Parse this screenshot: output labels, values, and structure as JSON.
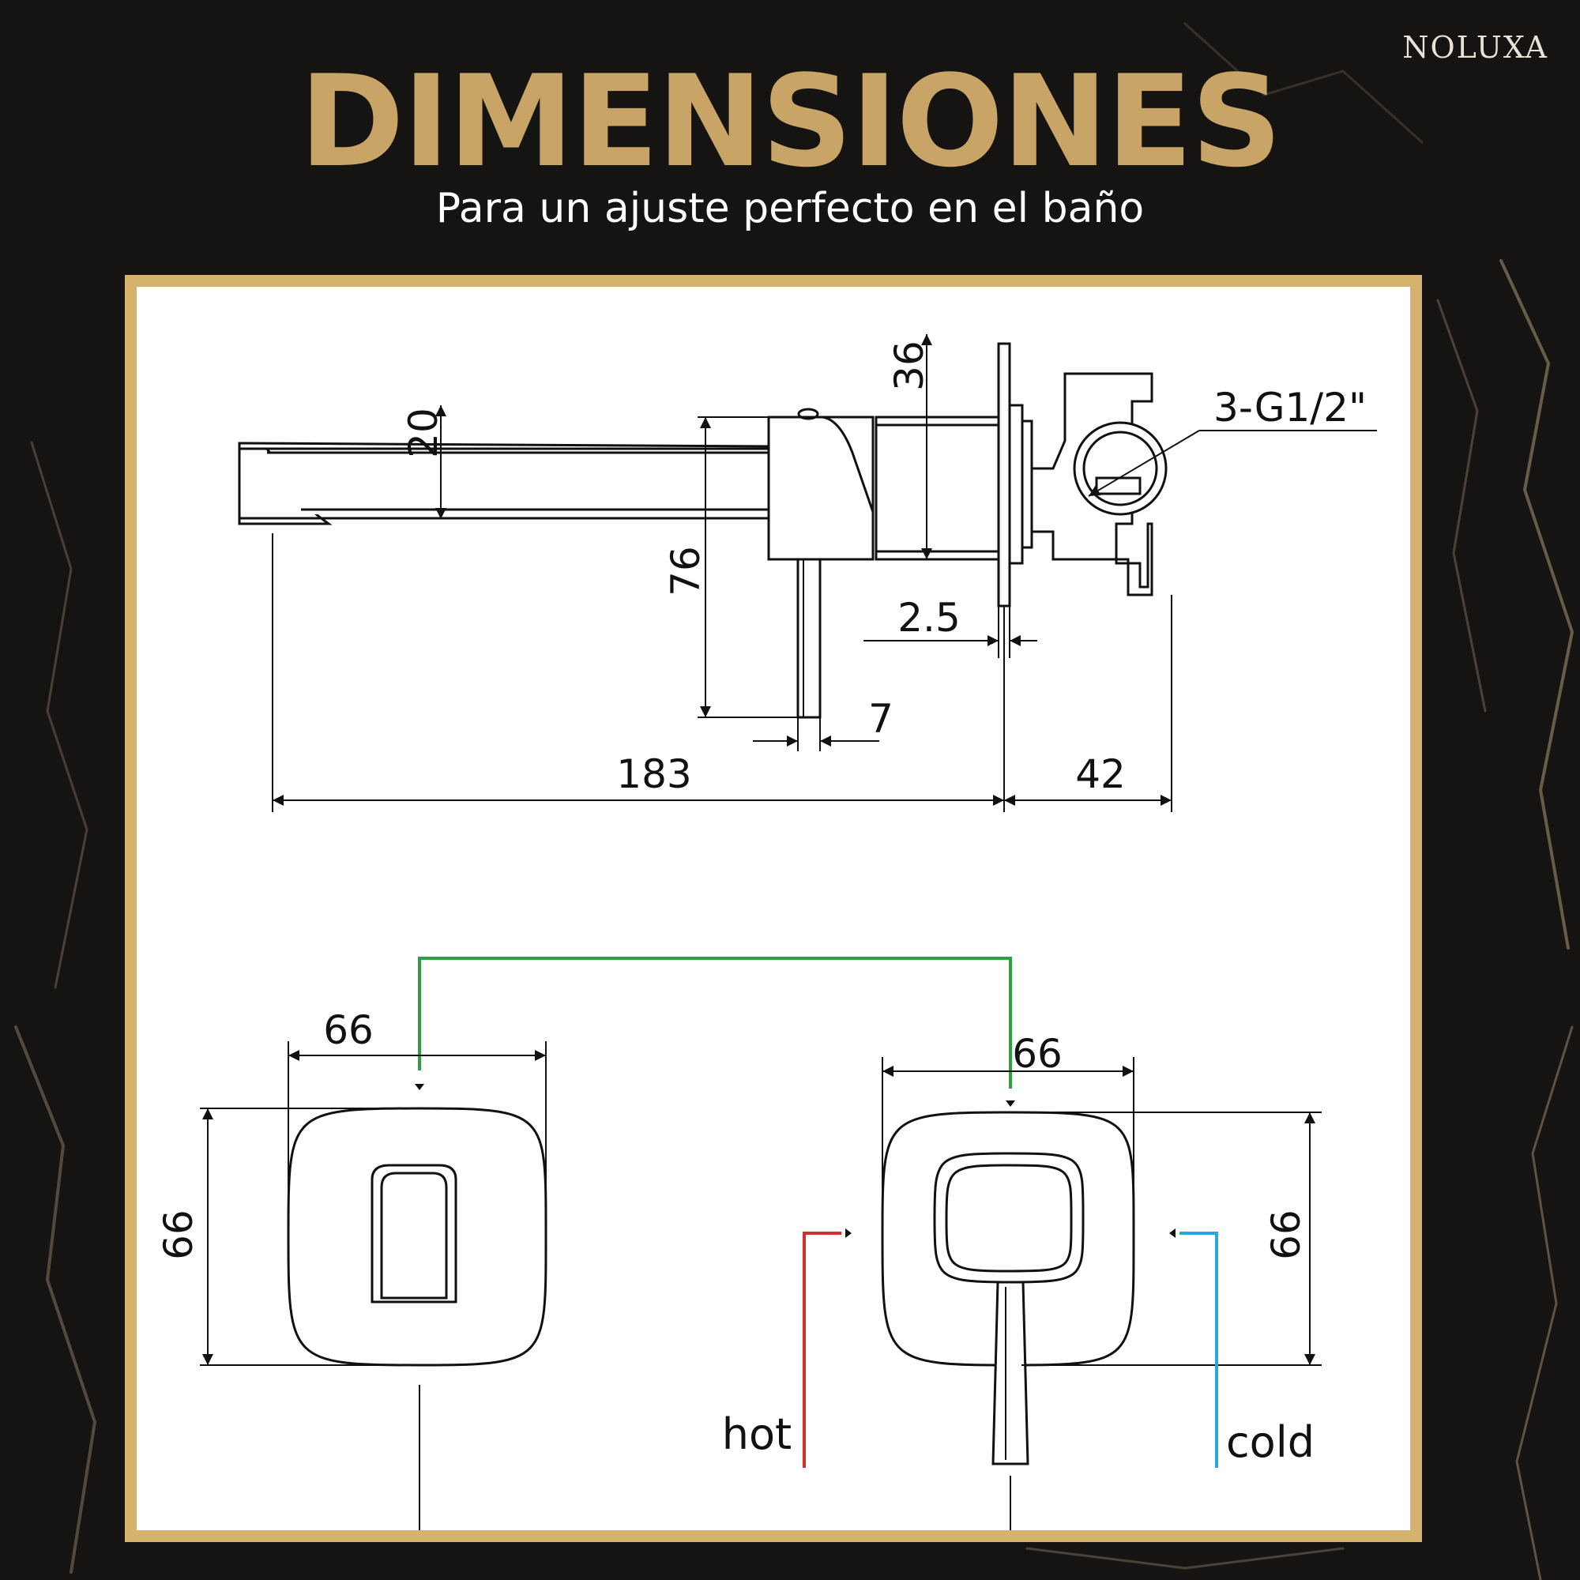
{
  "brand": "NOLUXA",
  "header": {
    "title": "DIMENSIONES",
    "subtitle": "Para un ajuste perfecto en el baño"
  },
  "side_view": {
    "dims": {
      "spout_height": "20",
      "body_height": "36",
      "drop": "76",
      "plate_thickness": "2.5",
      "handle_width": "7",
      "spout_length": "183",
      "depth": "42",
      "thread": "3-G1/2\""
    }
  },
  "front_view": {
    "left_plate": {
      "width": "66",
      "height": "66"
    },
    "right_plate": {
      "width": "66",
      "height": "66"
    },
    "labels": {
      "hot": "hot",
      "cold": "cold"
    }
  },
  "colors": {
    "gold": "#c8a466",
    "frame": "#d5b36f",
    "hot": "#d32f2f",
    "cold": "#29a8e0",
    "link": "#2ea043"
  }
}
